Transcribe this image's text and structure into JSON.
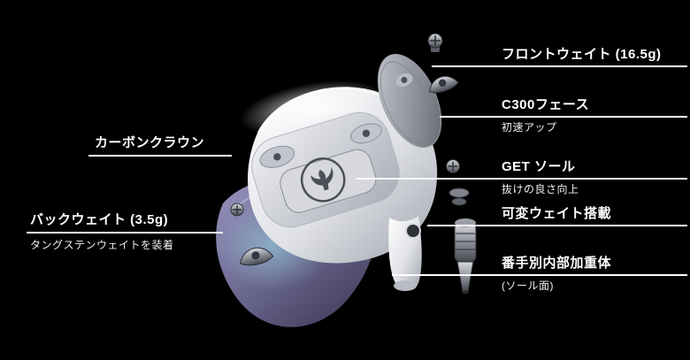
{
  "diagram": {
    "background_color": "#000000",
    "callout_line_color": "#ffffff",
    "crown_accent_color": "#8d89bb",
    "head_color": "#e8eaef"
  },
  "icons": {
    "logo": "bird-logo-icon"
  },
  "callouts": {
    "front_weight": {
      "title": "フロントウェイト (16.5g)"
    },
    "face": {
      "title": "C300フェース",
      "subtitle": "初速アップ"
    },
    "sole": {
      "title": "GET ソール",
      "subtitle": "抜けの良さ向上"
    },
    "adjustable_weight": {
      "title": "可変ウェイト搭載"
    },
    "internal_weight": {
      "title": "番手別内部加重体",
      "subtitle": "(ソール面)"
    },
    "carbon_crown": {
      "title": "カーボンクラウン"
    },
    "back_weight": {
      "title": "バックウェイト (3.5g)",
      "subtitle": "タングステンウェイトを装着"
    }
  }
}
